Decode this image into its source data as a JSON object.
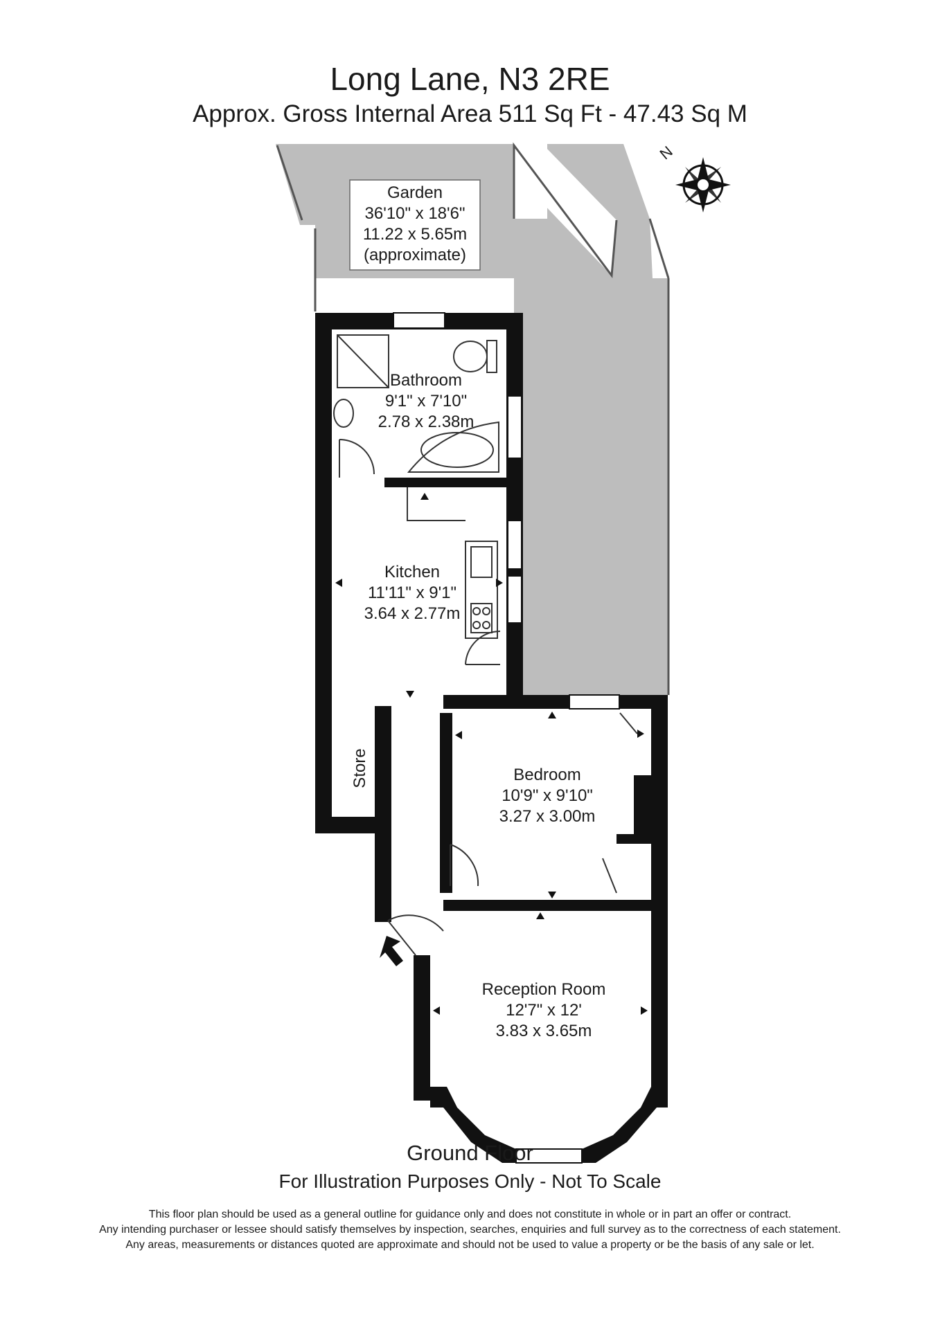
{
  "header": {
    "title": "Long Lane, N3 2RE",
    "area": "Approx. Gross Internal Area 511 Sq Ft - 47.43 Sq M"
  },
  "compass": {
    "label": "N",
    "icon": "compass-rose-icon"
  },
  "rooms": {
    "garden": {
      "name": "Garden",
      "imperial": "36'10\" x 18'6\"",
      "metric": "11.22 x 5.65m",
      "note": "(approximate)"
    },
    "bathroom": {
      "name": "Bathroom",
      "imperial": "9'1\" x 7'10\"",
      "metric": "2.78 x 2.38m"
    },
    "kitchen": {
      "name": "Kitchen",
      "imperial": "11'11\" x 9'1\"",
      "metric": "3.64 x 2.77m"
    },
    "store": {
      "name": "Store"
    },
    "bedroom": {
      "name": "Bedroom",
      "imperial": "10'9\" x 9'10\"",
      "metric": "3.27 x 3.00m"
    },
    "reception": {
      "name": "Reception Room",
      "imperial": "12'7\" x 12'",
      "metric": "3.83 x 3.65m"
    }
  },
  "footer": {
    "floor": "Ground Floor",
    "scale_note": "For Illustration Purposes Only - Not To Scale",
    "disclaimer": [
      "This floor plan should be used as a general outline for guidance only and does not constitute in whole or in part an offer or contract.",
      "Any intending purchaser or lessee should satisfy themselves by inspection, searches, enquiries and full survey as to the correctness of each statement.",
      "Any areas, measurements or distances quoted are approximate and should not be used to value a property or be the basis of any sale or let."
    ]
  },
  "colors": {
    "wall": "#111111",
    "garden": "#bdbdbd",
    "text": "#1a1a1a"
  }
}
